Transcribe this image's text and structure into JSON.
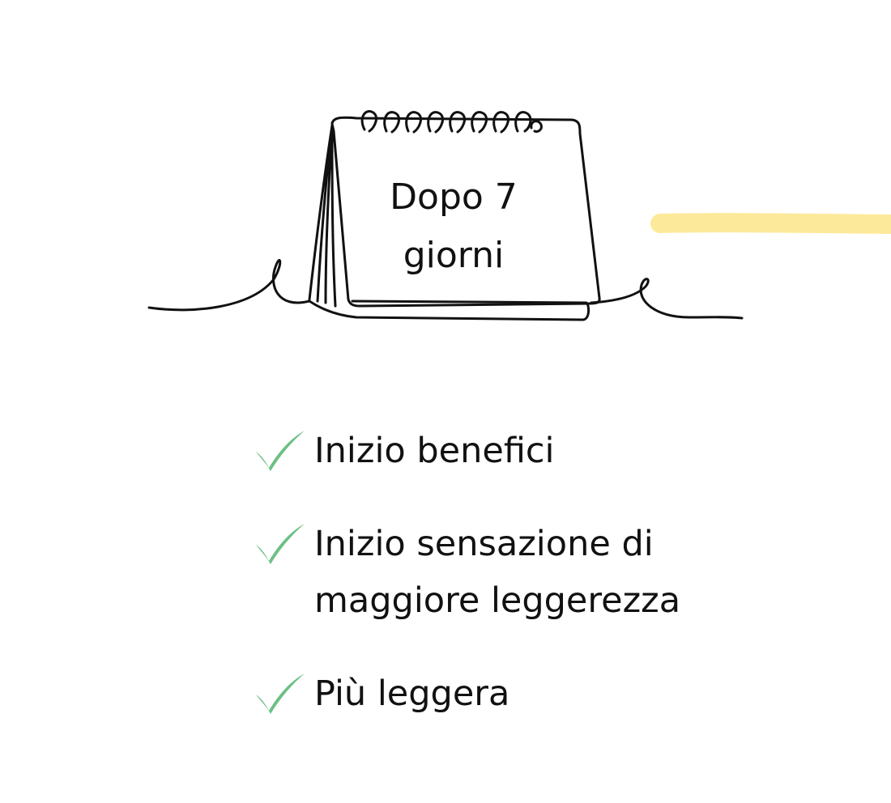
{
  "calendar": {
    "line1": "Dopo 7",
    "line2": "giorni",
    "icon": "desk-calendar-icon"
  },
  "benefits": [
    {
      "lines": [
        "Inizio benefici"
      ]
    },
    {
      "lines": [
        "Inizio sensazione di",
        "maggiore leggerezza"
      ]
    },
    {
      "lines": [
        "Più leggera"
      ]
    }
  ],
  "colors": {
    "check": "#6cc083",
    "highlight": "#fde99a",
    "ink": "#111111"
  },
  "icons": {
    "check": "checkmark-icon",
    "highlight": "highlighter-stroke"
  }
}
